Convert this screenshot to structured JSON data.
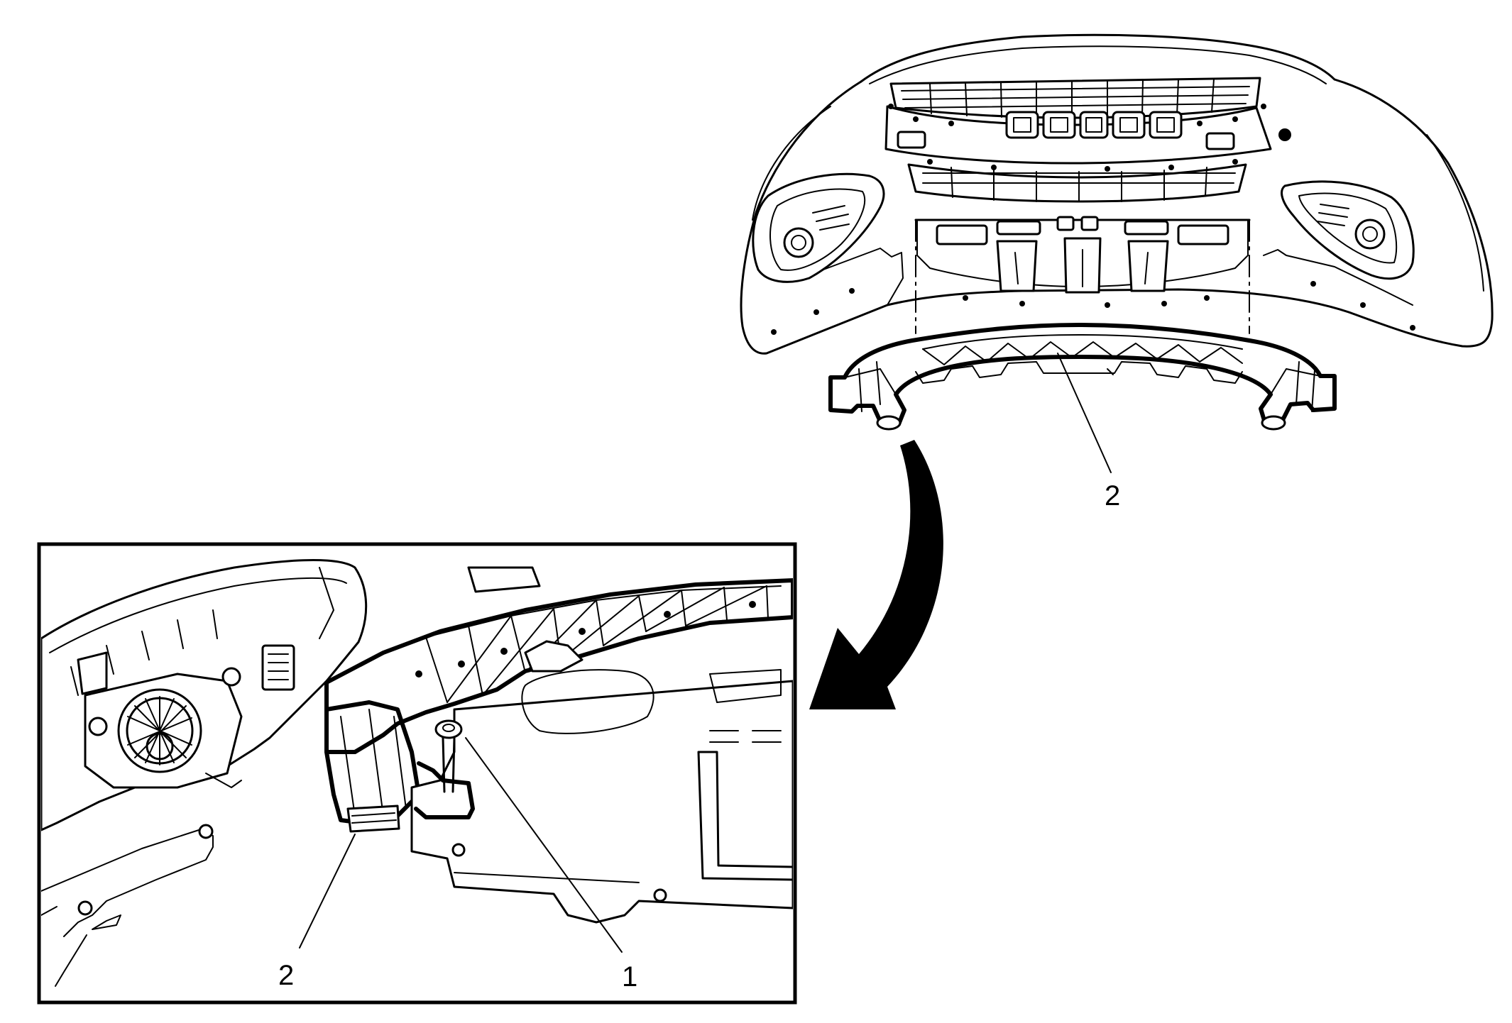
{
  "callouts": {
    "main_part": "2",
    "detail_part": "2",
    "detail_fastener": "1"
  }
}
